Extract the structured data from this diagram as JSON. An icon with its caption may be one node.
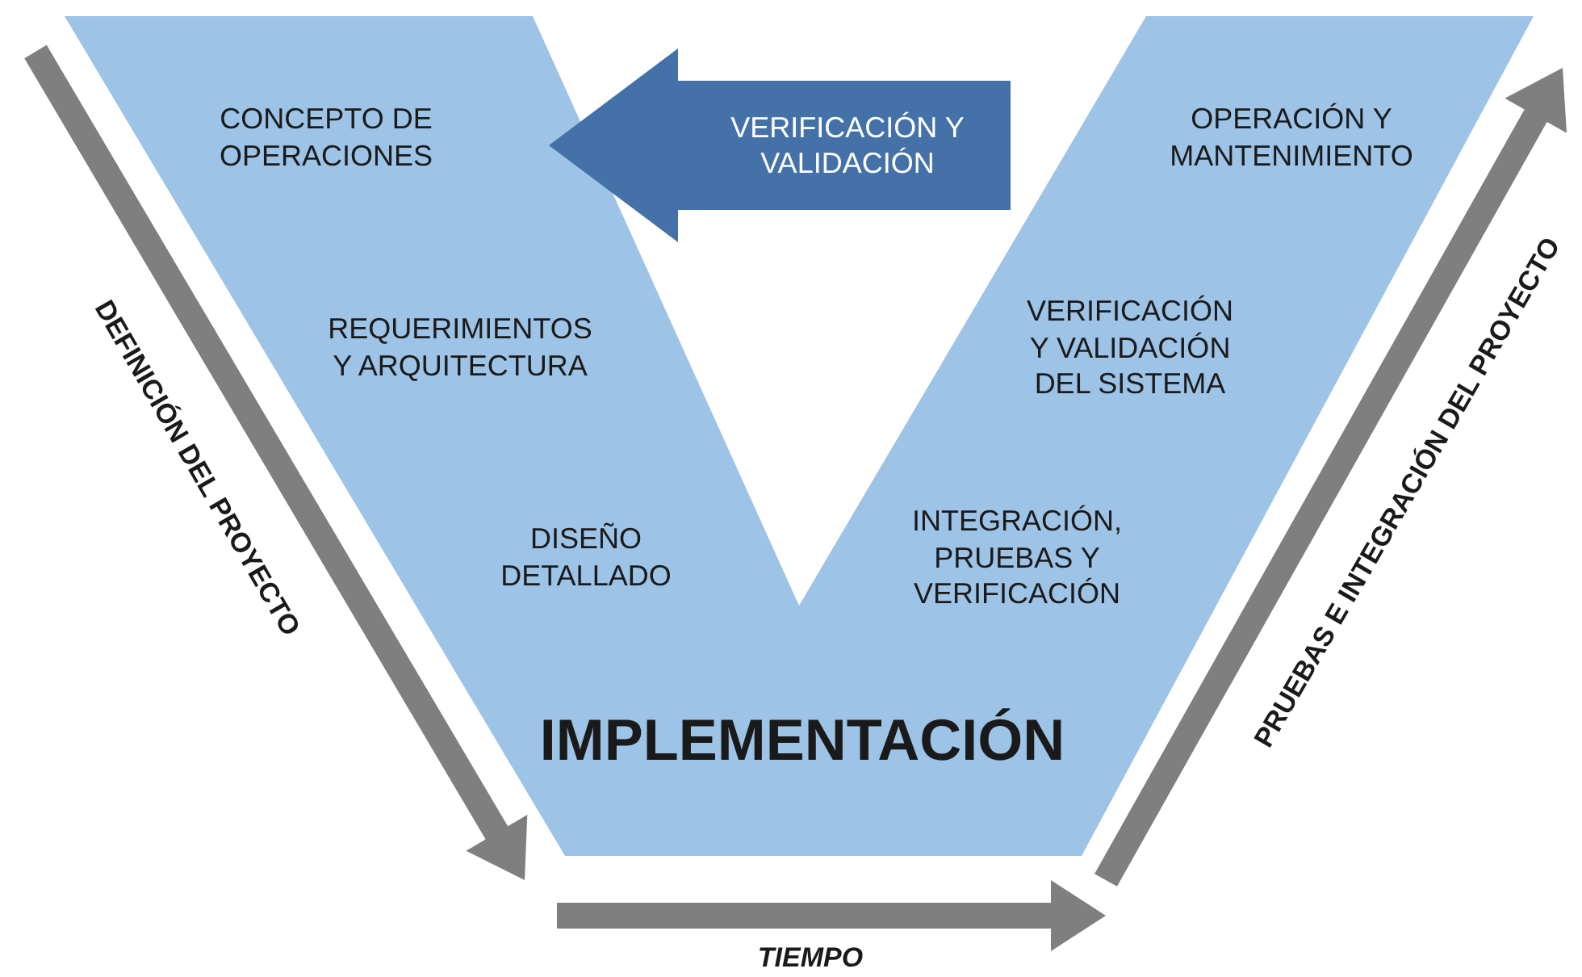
{
  "diagram": {
    "nodes": [
      {
        "text": [
          "CONCEPTO DE OPERACIONES",
          "REQUERIMIENTOS Y ARQUITECTURA",
          "DISEÑO DETALLADO",
          "IMPLEMENTACIÓN",
          "INTEGRACIÓN, PRUEBAS Y VERIFICACIÓN",
          "VERIFICACIÓN Y VALIDACIÓN DEL SISTEMA",
          "OPERACIÓN Y MANTENIMIENTO"
        ]
      },
      {
        "text": [
          "VERIFICACIÓN Y VALIDACIÓN"
        ]
      }
    ],
    "labels": [
      "DEFINICIÓN DEL PROYECTO",
      "PRUEBAS E INTEGRACIÓN DEL PROYECTO",
      "TIEMPO"
    ]
  }
}
